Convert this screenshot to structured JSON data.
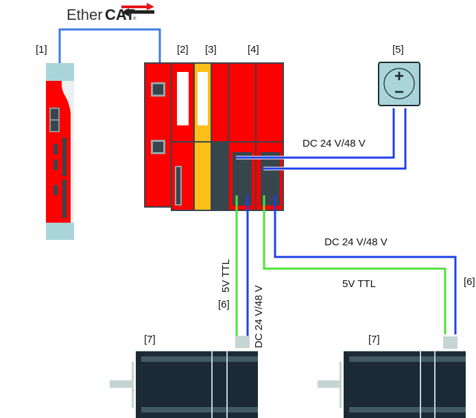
{
  "logo": {
    "ether": "Ether",
    "cat": "CAT",
    "reg": "®"
  },
  "labels": {
    "controller": "[1]",
    "module2": "[2]",
    "module3": "[3]",
    "module4": "[4]",
    "power_supply": "[5]",
    "cable_left": "[6]",
    "cable_right": "[6]",
    "motor_left": "[7]",
    "motor_right": "[7]"
  },
  "signals": {
    "power_top": "DC 24 V/48 V",
    "power_right": "DC 24 V/48 V",
    "ttl_right": "5V TTL",
    "ttl_left": "5V TTL",
    "power_left_vertical": "DC 24 V/48 V"
  },
  "power_symbol": {
    "plus": "+",
    "minus": "−"
  },
  "colors": {
    "ethercat_link": "#3a7be0",
    "power_wire": "#1d3fe8",
    "ttl_wire": "#4fe03a",
    "module_red": "#ff0000",
    "module_yellow": "#ffbf1a",
    "module_dark": "#37464d",
    "cap_lightblue": "#a9d5d9",
    "motor_body": "#1b2a35",
    "motor_stripe": "#445a63",
    "connector": "#c5d5d3"
  }
}
